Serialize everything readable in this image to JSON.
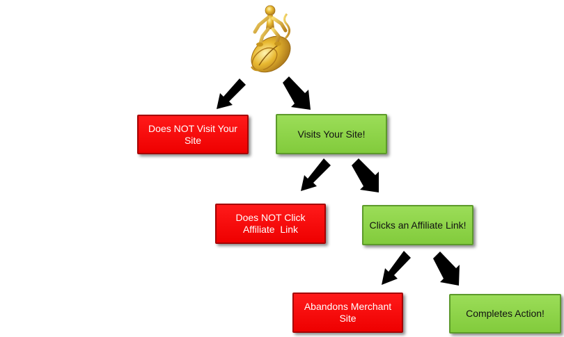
{
  "diagram": {
    "nodes": {
      "no_visit": "Does NOT Visit Your Site",
      "visit": "Visits Your Site!",
      "no_click": "Does NOT Click Affiliate  Link",
      "click": "Clicks an Affiliate Link!",
      "abandon": "Abandons Merchant Site",
      "complete": "Completes Action!"
    },
    "colors": {
      "negative": "#ff0000",
      "positive": "#92d050",
      "arrow": "#000000",
      "figure": "#d4a520"
    },
    "icons": {
      "top": "gold-figure-riding-computer-mouse-icon"
    }
  }
}
